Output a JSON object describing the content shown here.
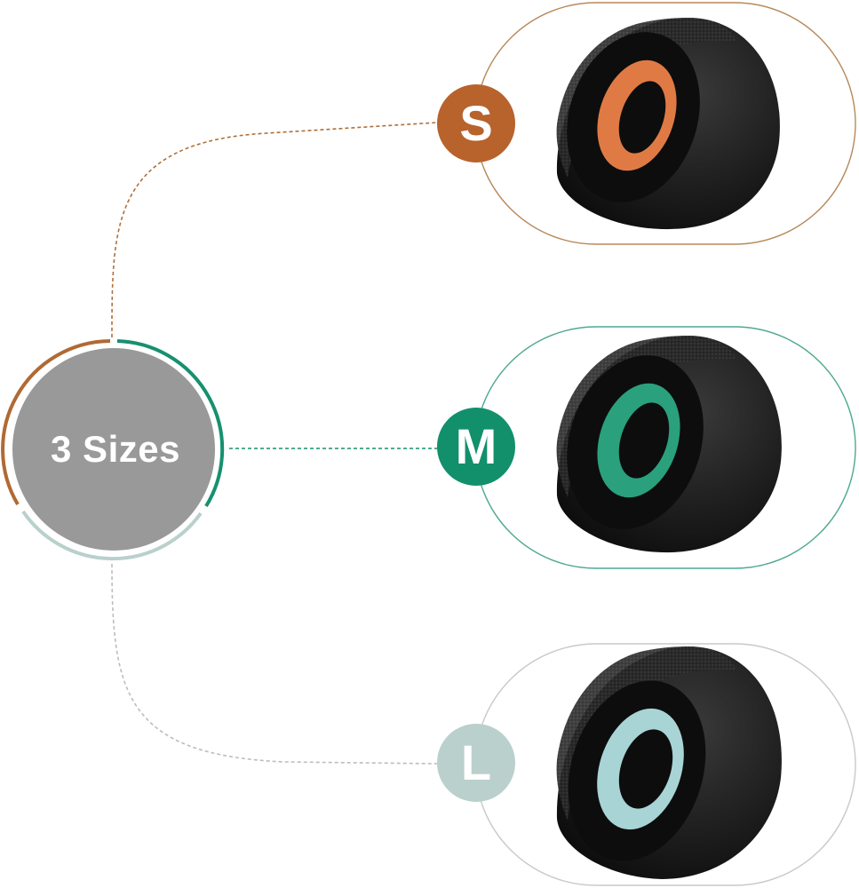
{
  "hub": {
    "label": "3 Sizes",
    "fill_color": "#999999",
    "ring_colors": [
      "#b06a34",
      "#17906f",
      "#b9d0cc"
    ]
  },
  "sizes": [
    {
      "label": "S",
      "color": "#b8622c",
      "inner_ring_color": "#e07a45",
      "icon": "foam-eartip-small"
    },
    {
      "label": "M",
      "color": "#12906b",
      "inner_ring_color": "#2aa07c",
      "icon": "foam-eartip-medium"
    },
    {
      "label": "L",
      "color": "#b9d0cc",
      "inner_ring_color": "#a8d4d6",
      "icon": "foam-eartip-large"
    }
  ]
}
